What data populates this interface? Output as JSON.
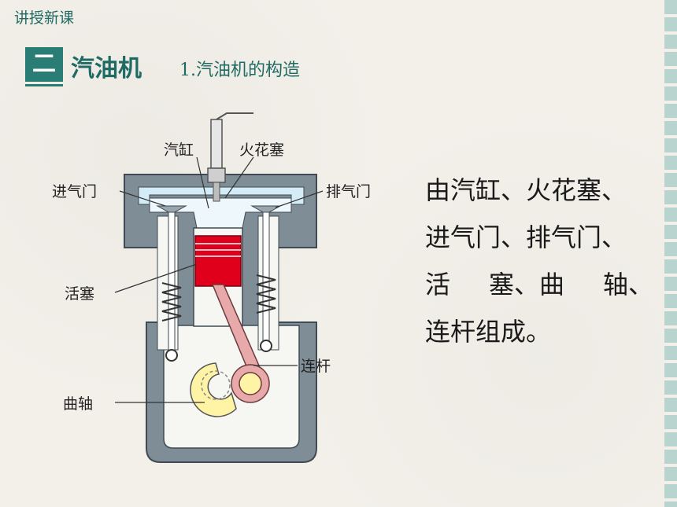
{
  "header": {
    "top_label": "讲授新课",
    "section_number": "二",
    "section_title": "汽油机",
    "subtitle": "1.汽油机的构造"
  },
  "diagram": {
    "labels": {
      "cylinder": "汽缸",
      "spark_plug": "火花塞",
      "intake_valve": "进气门",
      "exhaust_valve": "排气门",
      "piston": "活塞",
      "connecting_rod": "连杆",
      "crankshaft": "曲轴"
    }
  },
  "description": {
    "line1": "由汽缸、火花塞、",
    "line2": "进气门、排气门、",
    "line3_a": "活",
    "line3_b": "塞、曲",
    "line3_c": "轴、",
    "line4": "连杆组成。"
  },
  "colors": {
    "accent": "#2a7d75",
    "engine_gray": "#7f8d96",
    "piston_red": "#e0001b",
    "rod_pink": "#e7a9a9",
    "crank_yellow": "#fff3a6",
    "water_blue": "#d4ecf7"
  }
}
